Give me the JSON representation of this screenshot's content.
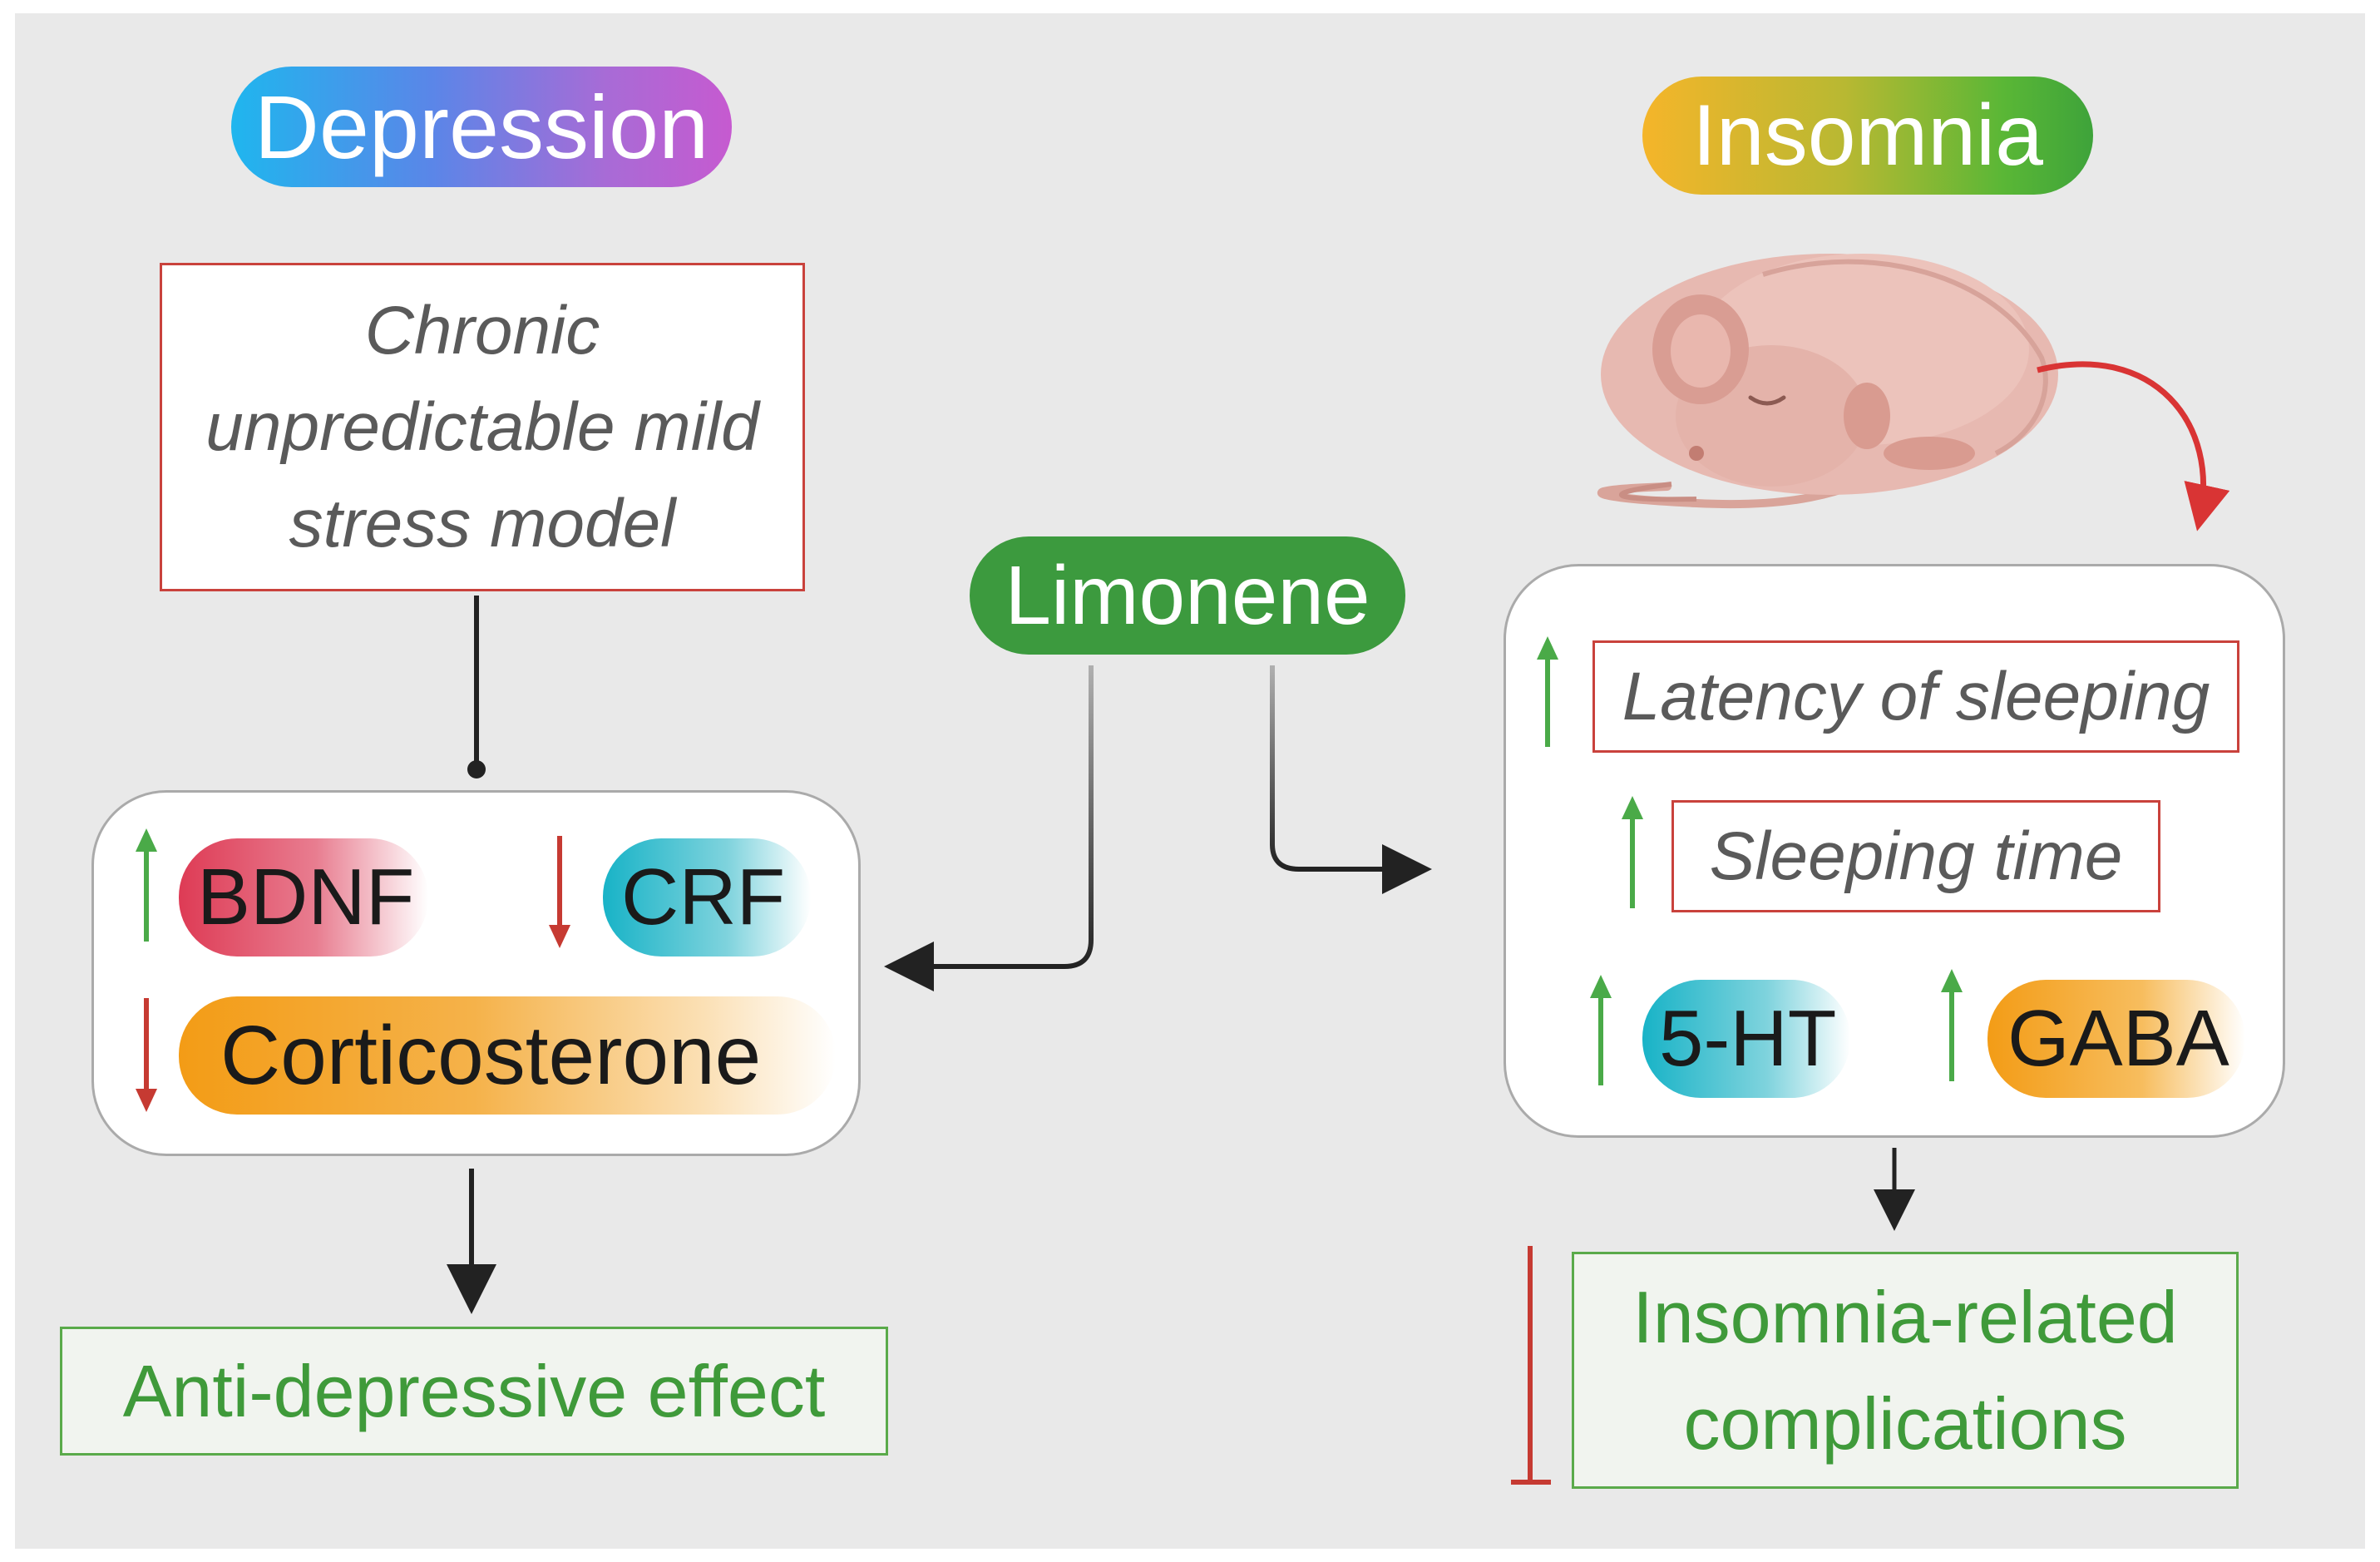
{
  "depression": {
    "title": "Depression",
    "model": "Chronic unpredictable mild stress model",
    "markers": {
      "bdnf": {
        "label": "BDNF",
        "direction": "up"
      },
      "crf": {
        "label": "CRF",
        "direction": "down"
      },
      "corticosterone": {
        "label": "Corticosterone",
        "direction": "down"
      }
    },
    "outcome": "Anti-depressive effect"
  },
  "center": {
    "label": "Limonene"
  },
  "insomnia": {
    "title": "Insomnia",
    "effects": {
      "latency": {
        "label": "Latency of sleeping",
        "direction": "up"
      },
      "sleep_time": {
        "label": "Sleeping time",
        "direction": "up"
      },
      "ht5": {
        "label": "5-HT",
        "direction": "up"
      },
      "gaba": {
        "label": "GABA",
        "direction": "up"
      }
    },
    "outcome": "Insomnia-related complications",
    "icon": "sleeping-mouse-icon"
  },
  "colors": {
    "up_arrow": "#4aaa48",
    "down_arrow": "#c63a32",
    "inhibit": "#c63a32",
    "limonene": "#3c9a3e",
    "background": "#e9e9e9"
  }
}
